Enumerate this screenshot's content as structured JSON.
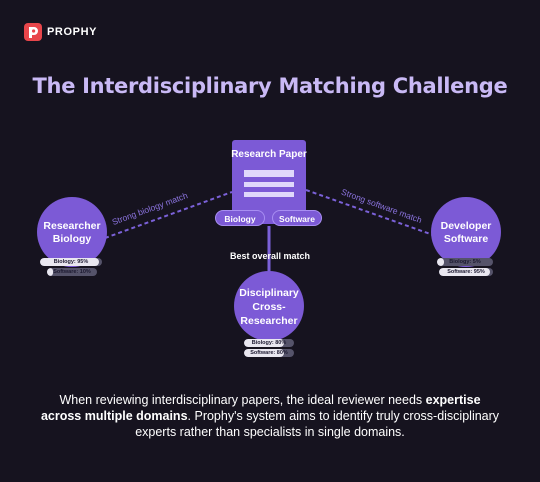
{
  "brand": {
    "name": "PROPHY",
    "accent": "#e8464b"
  },
  "title": "The Interdisciplinary Matching Challenge",
  "paper": {
    "title": "Research Paper",
    "tags": [
      "Biology",
      "Software"
    ]
  },
  "connections": {
    "left_label": "Strong biology match",
    "right_label": "Strong software match",
    "center_label": "Best overall match"
  },
  "nodes": {
    "biology": {
      "label_line1": "Researcher",
      "label_line2": "Biology",
      "bars": [
        {
          "text": "Biology: 95%",
          "value": 0.95
        },
        {
          "text": "Software: 10%",
          "value": 0.1
        }
      ]
    },
    "cross": {
      "label_line1": "Disciplinary",
      "label_line2": "Cross-",
      "label_line3": "Researcher",
      "bars": [
        {
          "text": "Biology: 80%",
          "value": 0.8
        },
        {
          "text": "Software: 80%",
          "value": 0.8
        }
      ]
    },
    "software": {
      "label_line1": "Developer",
      "label_line2": "Software",
      "bars": [
        {
          "text": "Biology: 5%",
          "value": 0.05
        },
        {
          "text": "Software: 95%",
          "value": 0.95
        }
      ]
    }
  },
  "caption": {
    "part1": "When reviewing interdisciplinary papers, the ideal reviewer needs ",
    "bold": "expertise across multiple domains",
    "part2": ". Prophy's system aims to identify truly cross-disciplinary experts rather than specialists in single domains."
  },
  "colors": {
    "background": "#16131f",
    "title": "#c9b9f5",
    "node": "#7c5ad6",
    "dashed_line": "#7b61d8"
  }
}
